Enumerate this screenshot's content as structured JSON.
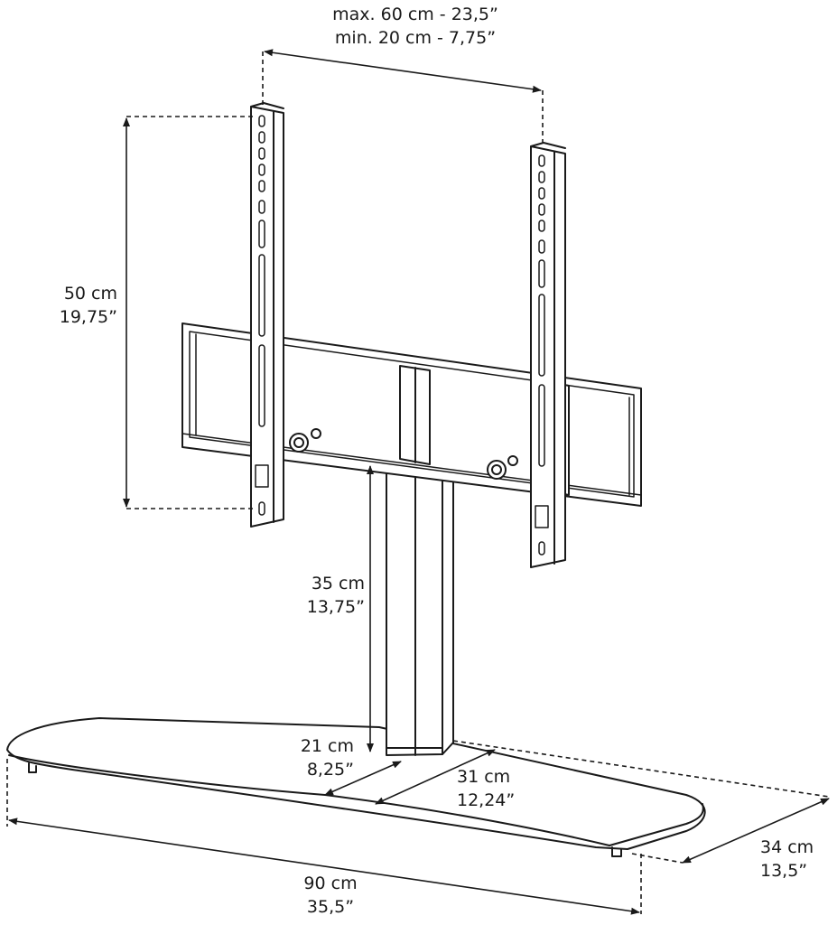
{
  "dimensions": {
    "vesa_width": {
      "line1": "max. 60 cm - 23,5”",
      "line2": "min. 20 cm - 7,75”"
    },
    "vesa_height": {
      "line1": "50 cm",
      "line2": "19,75”"
    },
    "column_height": {
      "line1": "35 cm",
      "line2": "13,75”"
    },
    "base_front_offset": {
      "line1": "21 cm",
      "line2": "8,25”"
    },
    "base_back_offset": {
      "line1": "31 cm",
      "line2": "12,24”"
    },
    "base_depth": {
      "line1": "34 cm",
      "line2": "13,5”"
    },
    "base_width": {
      "line1": "90 cm",
      "line2": "35,5”"
    }
  },
  "colors": {
    "stroke": "#1a1a1a",
    "fill": "#ffffff"
  }
}
